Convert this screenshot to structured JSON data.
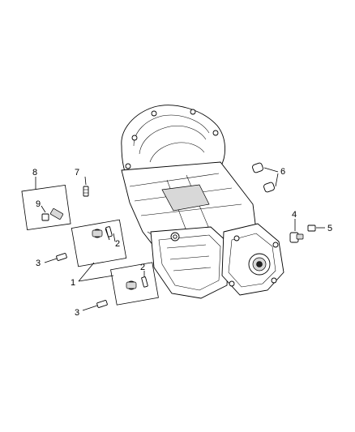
{
  "callouts": {
    "c1": "1",
    "c2a": "2",
    "c2b": "2",
    "c3a": "3",
    "c3b": "3",
    "c4": "4",
    "c5": "5",
    "c6": "6",
    "c7": "7",
    "c8": "8",
    "c9": "9"
  }
}
